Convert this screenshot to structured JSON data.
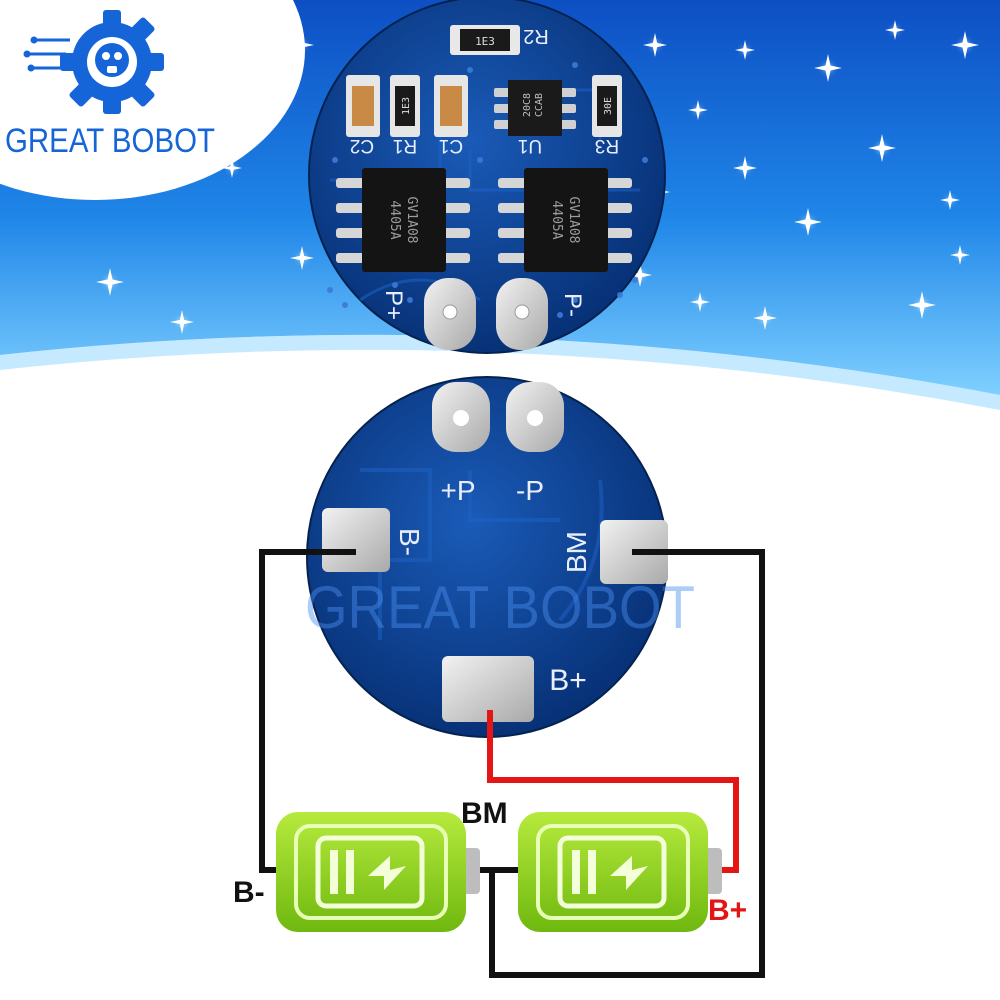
{
  "brand": {
    "name": "GREAT BOBOT",
    "watermark": "GREAT BOBOT"
  },
  "top_board": {
    "components": {
      "r2": "R2",
      "r2_code": "1E3",
      "c2": "C2",
      "r1": "R1",
      "r1_code": "1E3",
      "c1": "C1",
      "u1": "U1",
      "u1_code_line1": "20C8",
      "u1_code_line2": "CCAB",
      "r3": "R3",
      "r3_code": "30E"
    },
    "mosfets": [
      {
        "line1": "4405A",
        "line2": "GV1A08"
      },
      {
        "line1": "4405A",
        "line2": "GV1A08"
      }
    ],
    "pads": {
      "p_plus": "P+",
      "p_minus": "P-"
    }
  },
  "bottom_board": {
    "label_p_plus": "+P",
    "label_p_minus": "-P",
    "pad_b_minus": "B-",
    "pad_bm": "BM",
    "pad_b_plus": "B+"
  },
  "wiring": {
    "label_b_minus": "B-",
    "label_bm": "BM",
    "label_b_plus": "B+"
  },
  "colors": {
    "banner_blue": "#1a6fd8",
    "pcb_blue": "#0a3f8f",
    "wire_black": "#111111",
    "wire_red": "#e31515",
    "battery_green": "#8dd11e"
  },
  "icons": {
    "logo": "gear-robot-logo-icon",
    "battery": "battery-charge-icon"
  }
}
